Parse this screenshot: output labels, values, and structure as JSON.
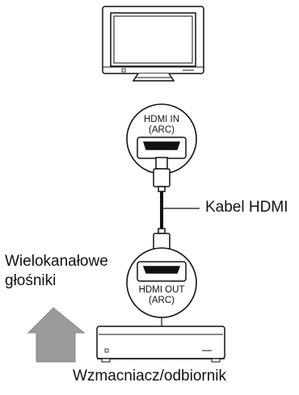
{
  "diagram": {
    "tv_port": {
      "line1": "HDMI IN",
      "line2": "(ARC)"
    },
    "player_port": {
      "line1": "HDMI OUT",
      "line2": "(ARC)"
    },
    "cable_label": "Kabel HDMI",
    "speakers_label": {
      "line1": "Wielokanałowe",
      "line2": "głośniki"
    },
    "device_label": "Wzmacniacz/odbiornik",
    "colors": {
      "line": "#111111",
      "arrow": "#9a9a9a",
      "fill": "#ffffff"
    },
    "icons": [
      "tv-icon",
      "hdmi-port-icon",
      "hdmi-plug-icon",
      "up-arrow-icon",
      "receiver-icon"
    ]
  }
}
